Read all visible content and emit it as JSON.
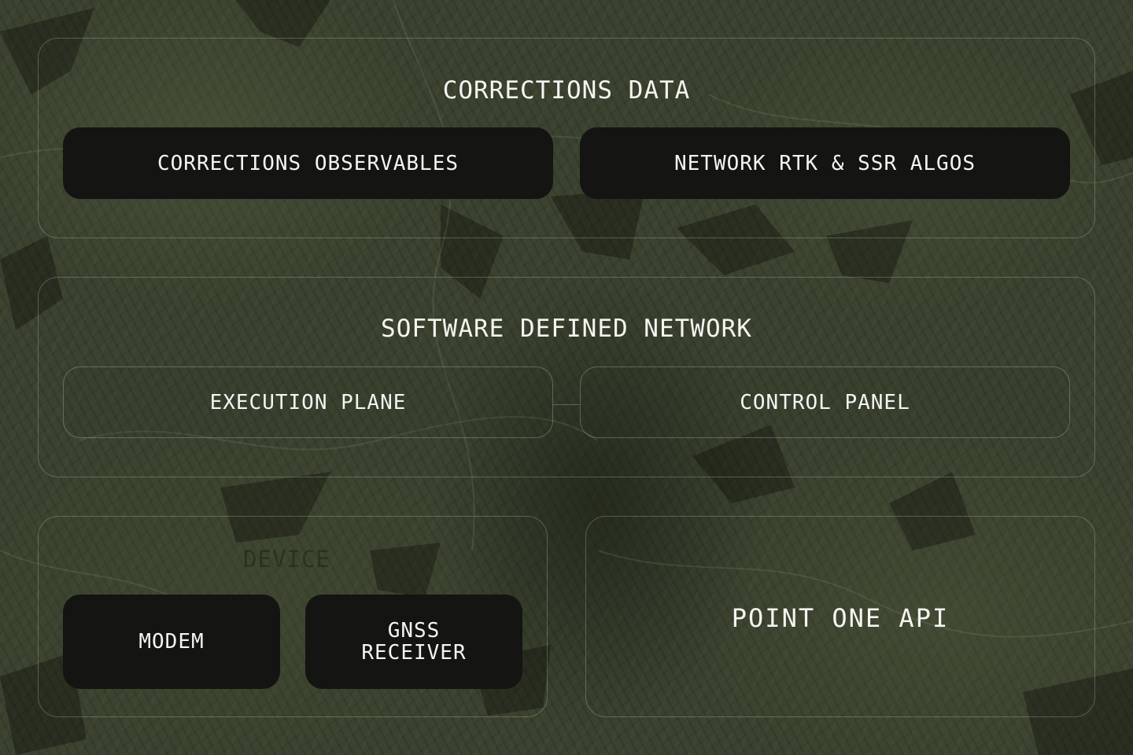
{
  "corrections_data": {
    "title": "CORRECTIONS DATA",
    "blocks": [
      "CORRECTIONS OBSERVABLES",
      "NETWORK RTK & SSR ALGOS"
    ]
  },
  "software_defined_network": {
    "title": "SOFTWARE DEFINED NETWORK",
    "blocks": [
      "EXECUTION PLANE",
      "CONTROL PANEL"
    ]
  },
  "device": {
    "title": "DEVICE",
    "modem": "MODEM",
    "gnss_line1": "GNSS",
    "gnss_line2": "RECEIVER"
  },
  "point_one_api": {
    "title": "POINT ONE API"
  }
}
